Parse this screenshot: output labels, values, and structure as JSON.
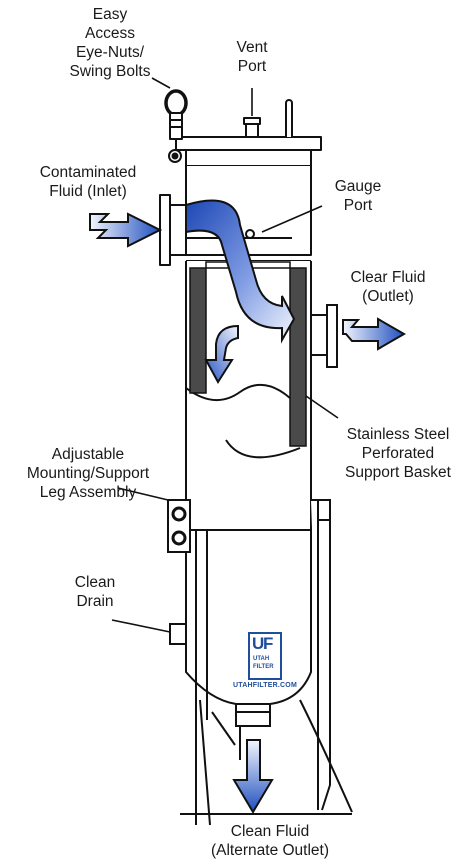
{
  "labels": {
    "eye_nuts": [
      "Easy",
      "Access",
      "Eye-Nuts/",
      "Swing Bolts"
    ],
    "vent_port": [
      "Vent",
      "Port"
    ],
    "inlet": [
      "Contaminated",
      "Fluid (Inlet)"
    ],
    "gauge_port": [
      "Gauge",
      "Port"
    ],
    "outlet": [
      "Clear Fluid",
      "(Outlet)"
    ],
    "basket": [
      "Stainless Steel",
      "Perforated",
      "Support Basket"
    ],
    "leg": [
      "Adjustable",
      "Mounting/Support",
      "Leg Assembly"
    ],
    "drain": [
      "Clean",
      "Drain"
    ],
    "bottom_outlet": [
      "Clean Fluid",
      "(Alternate Outlet)"
    ]
  },
  "logo": {
    "mark_u": "U",
    "mark_f": "F",
    "word1": "UTAH",
    "word2": "FILTER",
    "url": "UTAHFILTER.COM"
  },
  "colors": {
    "outline": "#111111",
    "flow_arrow_dark": "#1f4fbf",
    "flow_arrow_light": "#e6ecfb",
    "basket_shade": "#4a4a4a",
    "logo": "#1f4e9c"
  }
}
